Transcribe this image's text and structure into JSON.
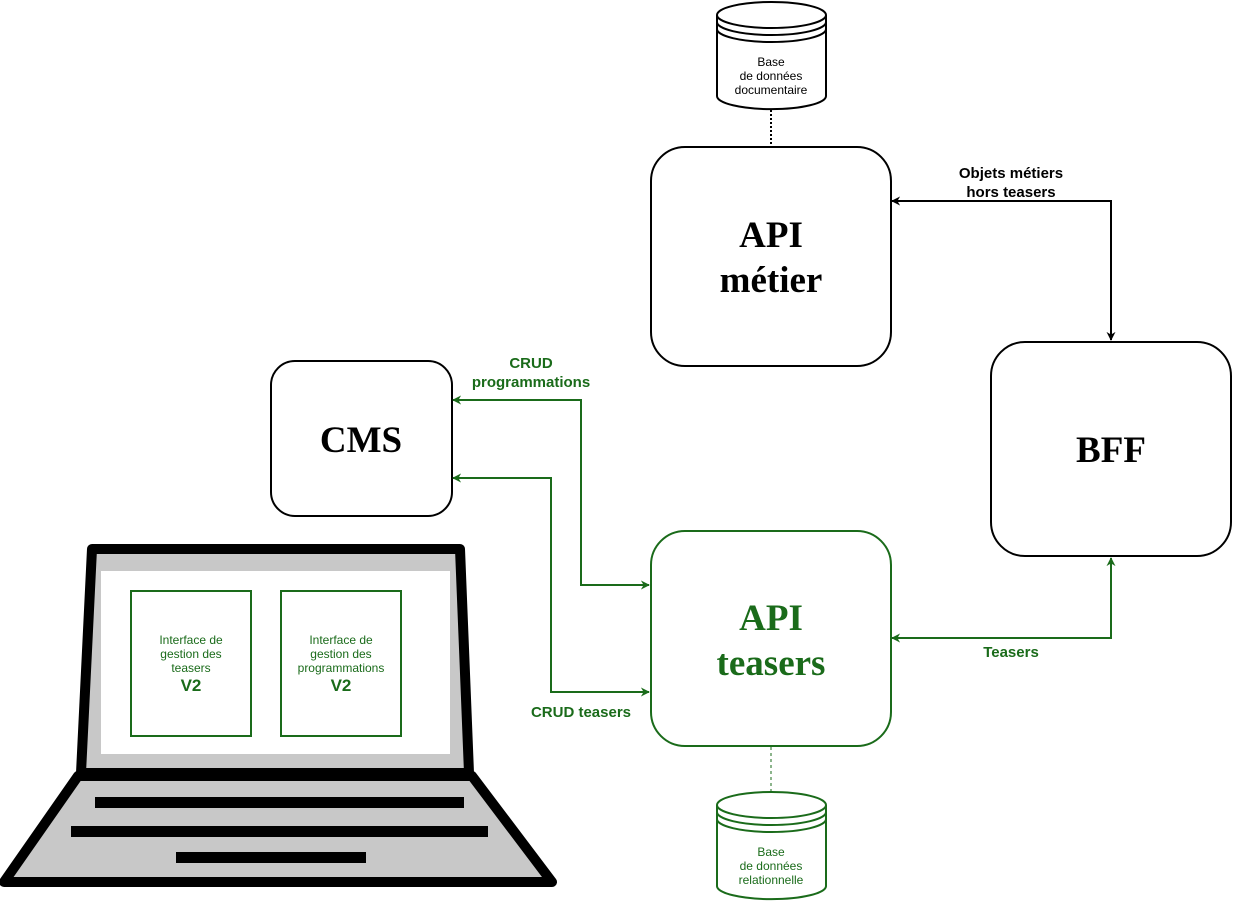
{
  "colors": {
    "black": "#000000",
    "green": "#1a6b1a",
    "laptop_gray": "#c8c8c8",
    "white": "#ffffff"
  },
  "nodes": {
    "db_doc": {
      "lines": [
        "Base",
        "de données",
        "documentaire"
      ]
    },
    "api_metier": {
      "lines": [
        "API",
        "métier"
      ]
    },
    "cms": {
      "label": "CMS"
    },
    "bff": {
      "label": "BFF"
    },
    "api_teasers": {
      "lines": [
        "API",
        "teasers"
      ]
    },
    "db_rel": {
      "lines": [
        "Base",
        "de données",
        "relationnelle"
      ]
    }
  },
  "laptop": {
    "panels": [
      {
        "lines": [
          "Interface de",
          "gestion des",
          "teasers"
        ],
        "version": "V2"
      },
      {
        "lines": [
          "Interface de",
          "gestion des",
          "programmations"
        ],
        "version": "V2"
      }
    ]
  },
  "edges": {
    "objets_metiers": {
      "lines": [
        "Objets métiers",
        "hors teasers"
      ]
    },
    "crud_programmations": {
      "lines": [
        "CRUD",
        "programmations"
      ]
    },
    "crud_teasers": {
      "label": "CRUD teasers"
    },
    "teasers": {
      "label": "Teasers"
    }
  }
}
